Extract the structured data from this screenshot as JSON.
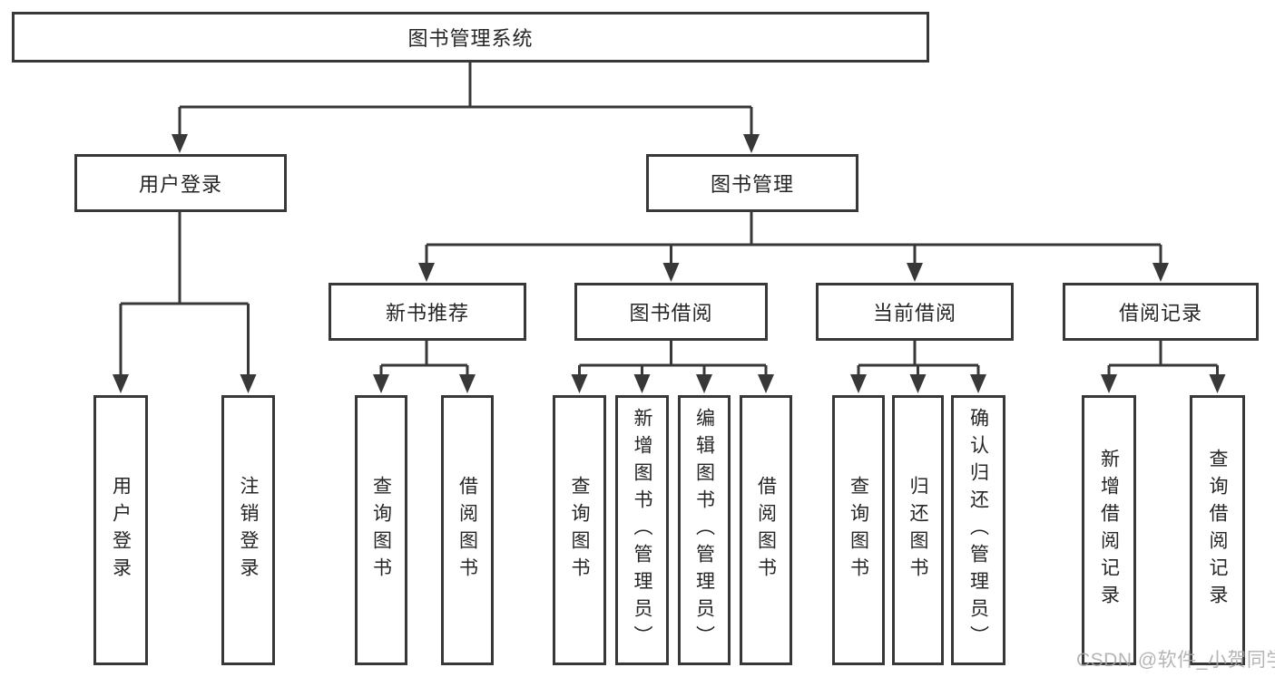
{
  "tree": {
    "root": {
      "label": "图书管理系统"
    },
    "branches": [
      {
        "label": "用户登录",
        "children": [
          {
            "label": "用户登录"
          },
          {
            "label": "注销登录"
          }
        ]
      },
      {
        "label": "图书管理",
        "children": [
          {
            "label": "新书推荐",
            "children": [
              {
                "label": "查询图书"
              },
              {
                "label": "借阅图书"
              }
            ]
          },
          {
            "label": "图书借阅",
            "children": [
              {
                "label": "查询图书"
              },
              {
                "label": "新增图书（管理员）"
              },
              {
                "label": "编辑图书（管理员）"
              },
              {
                "label": "借阅图书"
              }
            ]
          },
          {
            "label": "当前借阅",
            "children": [
              {
                "label": "查询图书"
              },
              {
                "label": "归还图书"
              },
              {
                "label": "确认归还（管理员）"
              }
            ]
          },
          {
            "label": "借阅记录",
            "children": [
              {
                "label": "新增借阅记录"
              },
              {
                "label": "查询借阅记录"
              }
            ]
          }
        ]
      }
    ]
  },
  "watermark": {
    "text": "CSDN @软件_小贺同学"
  },
  "colors": {
    "line": "#383838",
    "box_border": "#383838",
    "text": "#262626",
    "background": "#ffffff",
    "watermark": "#a8a8a8"
  }
}
